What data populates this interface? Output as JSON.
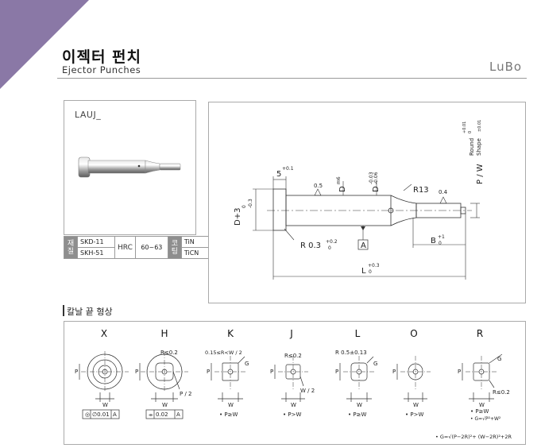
{
  "header": {
    "title_ko": "이젝터 펀치",
    "title_en": "Ejector Punches",
    "logo": "LuBo",
    "accent_color": "#8a78a6"
  },
  "product": {
    "code": "LAUJ_"
  },
  "spec_table": {
    "material_label": "재질",
    "materials": [
      "SKD-11",
      "SKH-51"
    ],
    "hardness_label": "HRC",
    "hardness": "60~63",
    "coating_label": "코팅",
    "coatings": [
      "TiN",
      "TiCN"
    ]
  },
  "drawing": {
    "dim_5": "5",
    "dim_5_tol": "+0.1",
    "dim_D3": "D+3",
    "dim_D3_tol_upper": "0",
    "dim_D3_tol_lower": "-0.3",
    "rough_1": "0.5",
    "D_label": "D",
    "D_fit": "m6",
    "D2_label": "D",
    "D2_tol_upper": "-0.03",
    "D2_tol_lower": "-0.06",
    "R13": "R13",
    "rough_2": "0.4",
    "pw_label": "P / W",
    "round_tol": "Round",
    "round_tol_upper": "+0.01",
    "round_tol_lower": "0",
    "shape_tol": "Shape",
    "shape_tol_value": "±0.01",
    "R03": "R 0.3",
    "R03_tol": "+0.2",
    "R03_tol_lower": "0",
    "datum_A": "A",
    "B_label": "B",
    "B_tol_upper": "+1",
    "B_tol_lower": "0",
    "L_label": "L",
    "L_tol_upper": "+0.3",
    "L_tol_lower": "0"
  },
  "tip_shapes": {
    "section_label": "칼날 끝 형상",
    "shapes": [
      {
        "id": "X",
        "note": "",
        "tolerance_frame": [
          "◎",
          "∅0.01",
          "A"
        ]
      },
      {
        "id": "H",
        "note": "R≤0.2",
        "extra": "P / 2",
        "tolerance_frame": [
          "⌯",
          "0.02",
          "A"
        ]
      },
      {
        "id": "K",
        "note": "0.15≤R<W / 2",
        "condition": "• P≥W"
      },
      {
        "id": "J",
        "note": "R≤0.2",
        "extra": "W / 2",
        "condition": "• P>W"
      },
      {
        "id": "L",
        "note": "R 0.5±0.13",
        "condition": "• P≥W"
      },
      {
        "id": "O",
        "note": "",
        "condition": "• P>W"
      },
      {
        "id": "R",
        "note": "R≤0.2",
        "condition": "• P≥W",
        "condition2": "• G=√P²+W²"
      }
    ],
    "footnote": "• G=√(P−2R)²+ (W−2R)²+2R",
    "P": "P",
    "W": "W",
    "G": "G"
  }
}
